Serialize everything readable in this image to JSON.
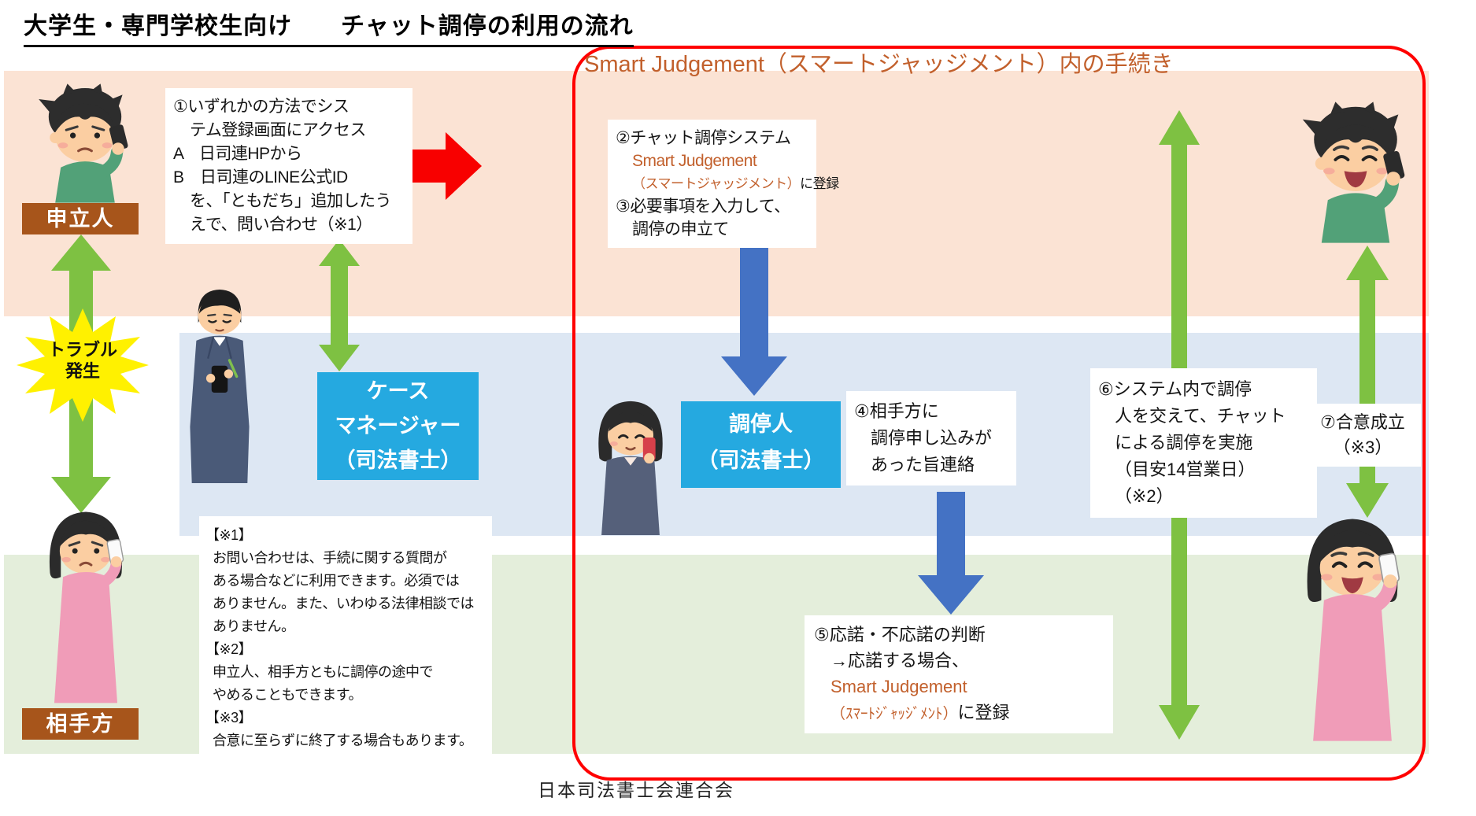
{
  "title": "大学生・専門学校生向け　　チャット調停の利用の流れ",
  "sj_header": "Smart Judgement（スマートジャッジメント）内の手続き",
  "left": {
    "applicant_label": "申立人",
    "respondent_label": "相手方",
    "trouble_line1": "トラブル",
    "trouble_line2": "発生"
  },
  "step1": {
    "lines": [
      "①いずれかの方法でシス",
      "テム登録画面にアクセス",
      "A　日司連HPから",
      "B　日司連のLINE公式ID",
      "を、「ともだち」追加したう",
      "えで、問い合わせ（※1）"
    ]
  },
  "step2": {
    "l1": "②チャット調停システム",
    "l2": "Smart Judgement",
    "l3a": "（スマートジャッジメント）",
    "l3b": "に登録",
    "l4": "③必要事項を入力して、",
    "l5": "調停の申立て"
  },
  "case_manager": {
    "lines": [
      "ケース",
      "マネージャー",
      "（司法書士）"
    ]
  },
  "mediator": {
    "lines": [
      "調停人",
      "（司法書士）"
    ]
  },
  "step4": {
    "lines": [
      "④相手方に",
      "調停申し込みが",
      "あった旨連絡"
    ]
  },
  "step5": {
    "l1": "⑤応諾・不応諾の判断",
    "l2": "→応諾する場合、",
    "l3": "Smart Judgement",
    "l4a": "（ｽﾏｰﾄｼﾞｬｯｼﾞﾒﾝﾄ）",
    "l4b": "に登録"
  },
  "step6": {
    "lines": [
      "⑥システム内で調停",
      "人を交えて、チャット",
      "による調停を実施",
      "（目安14営業日）",
      "（※2）"
    ]
  },
  "step7": {
    "lines": [
      "⑦合意成立",
      "（※3）"
    ]
  },
  "notes": {
    "lines": [
      "【※1】",
      "お問い合わせは、手続に関する質問が",
      "ある場合などに利用できます。必須では",
      "ありません。また、いわゆる法律相談では",
      "ありません。",
      "【※2】",
      "申立人、相手方ともに調停の途中で",
      "やめることもできます。",
      "【※3】",
      "合意に至らずに終了する場合もあります。"
    ]
  },
  "footer": "日本司法書士会連合会",
  "colors": {
    "band_pink": "#FBE3D4",
    "band_blue": "#DDE7F3",
    "band_green": "#E4EEDB",
    "cyan_box": "#25A9E0",
    "brown_label": "#A7551B",
    "accent_orange": "#C2602C",
    "green_arrow": "#7EC142",
    "blue_arrow": "#4472C4",
    "red_arrow": "#F80000",
    "red_frame": "#FF0000",
    "starburst_yellow": "#FFF100"
  }
}
